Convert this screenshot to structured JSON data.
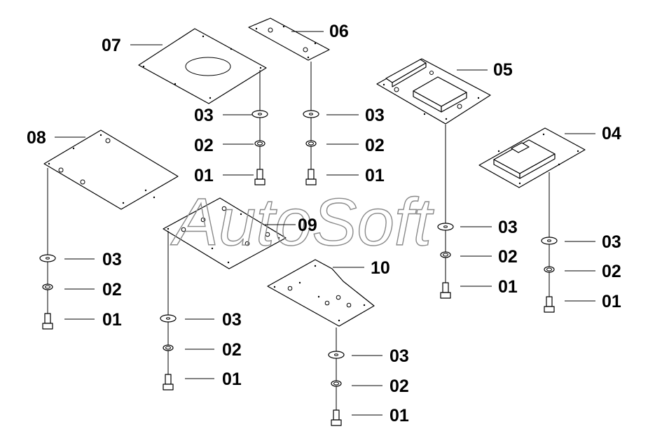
{
  "watermark": "AutoSoft",
  "labels": {
    "p07": "07",
    "p06": "06",
    "p05": "05",
    "p04": "04",
    "p08": "08",
    "p09": "09",
    "p10": "10",
    "a_03": "03",
    "a_02": "02",
    "a_01": "01",
    "b_03": "03",
    "b_02": "02",
    "b_01": "01",
    "c_03": "03",
    "c_02": "02",
    "c_01": "01",
    "d_03": "03",
    "d_02": "02",
    "d_01": "01",
    "e_03": "03",
    "e_02": "02",
    "e_01": "01",
    "f_03": "03",
    "f_02": "02",
    "f_01": "01",
    "g_03": "03",
    "g_02": "02",
    "g_01": "01"
  }
}
